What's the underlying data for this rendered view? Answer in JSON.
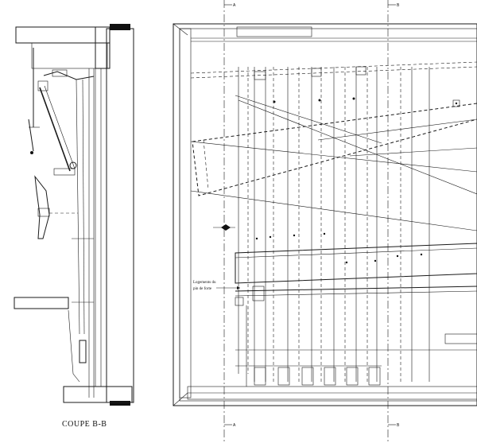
{
  "caption": "COUPE B-B",
  "annotation": {
    "line1": "Logements du",
    "line2": "pin de forte"
  },
  "section_marks": {
    "a": "A",
    "b": "B"
  }
}
